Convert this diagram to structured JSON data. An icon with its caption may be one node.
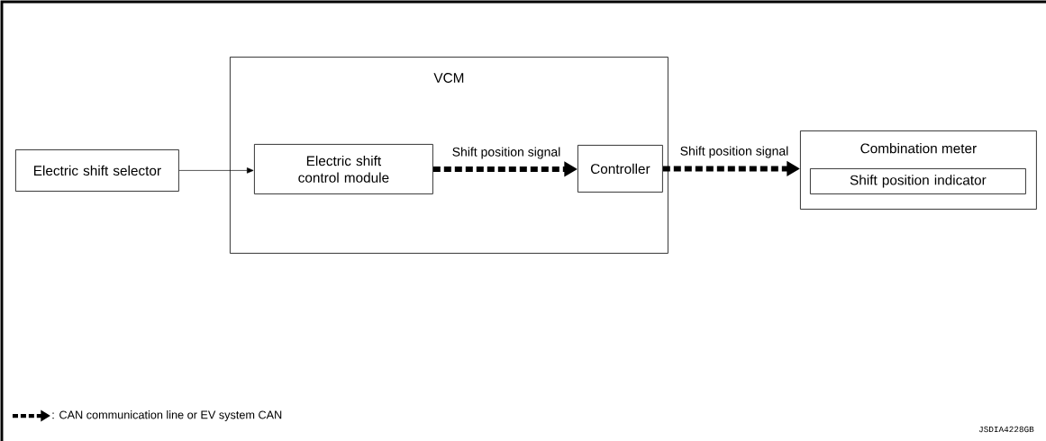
{
  "diagram": {
    "nodes": [
      {
        "text": [
          "VCM"
        ]
      },
      {
        "text": [
          "Electric shift selector"
        ]
      },
      {
        "text": [
          "Electric shift control module"
        ],
        "in": 0
      },
      {
        "text": [
          "Controller"
        ],
        "in": 0
      },
      {
        "text": [
          "Combination meter"
        ]
      },
      {
        "text": [
          "Shift position indicator"
        ],
        "in": 4
      }
    ],
    "edges": [
      {
        "from": 1,
        "to": 2,
        "arrow": "to"
      },
      {
        "from": 2,
        "to": 3,
        "arrow": "to",
        "label": "Shift position signal",
        "style": "dashed"
      },
      {
        "from": 3,
        "to": 4,
        "arrow": "to",
        "label": "Shift position signal",
        "style": "dashed"
      }
    ],
    "labels": [
      "JSDIA4228GB"
    ],
    "legend": [
      {
        "text": ": CAN communication line or EV system CAN"
      }
    ]
  }
}
